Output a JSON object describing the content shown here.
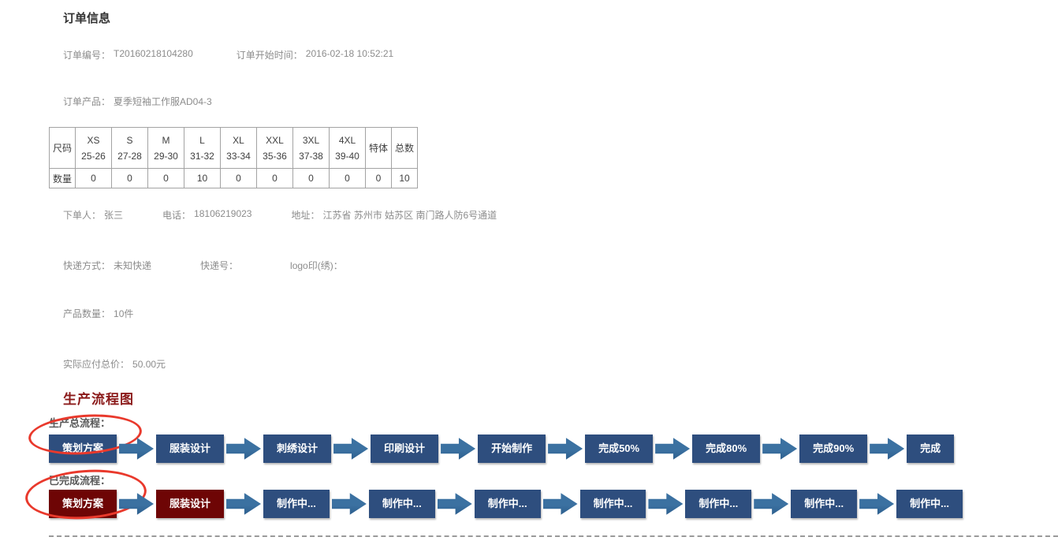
{
  "page": {
    "title": "订单信息"
  },
  "order": {
    "fields": [
      {
        "label": "订单编号：",
        "value": "T20160218104280"
      },
      {
        "label": "订单开始时间：",
        "value": "2016-02-18 10:52:21"
      }
    ],
    "product": {
      "label": "订单产品：",
      "value": "夏季短袖工作服AD04-3"
    },
    "buyer": [
      {
        "label": "下单人：",
        "value": "张三"
      },
      {
        "label": "电话：",
        "value": "18106219023"
      },
      {
        "label": "地址：",
        "value": "江苏省 苏州市 姑苏区 南门路人防6号通道"
      }
    ],
    "shipping": [
      {
        "label": "快递方式：",
        "value": "未知快递"
      },
      {
        "label": "快递号：",
        "value": ""
      },
      {
        "label": "logo印(绣)：",
        "value": ""
      }
    ],
    "quantity": {
      "label": "产品数量：",
      "value": "10件"
    },
    "total_price": {
      "label": "实际应付总价：",
      "value": "50.00元"
    }
  },
  "size_table": {
    "corner": "尺码",
    "columns": [
      {
        "size": "XS",
        "range": "25-26"
      },
      {
        "size": "S",
        "range": "27-28"
      },
      {
        "size": "M",
        "range": "29-30"
      },
      {
        "size": "L",
        "range": "31-32"
      },
      {
        "size": "XL",
        "range": "33-34"
      },
      {
        "size": "XXL",
        "range": "35-36"
      },
      {
        "size": "3XL",
        "range": "37-38"
      },
      {
        "size": "4XL",
        "range": "39-40"
      },
      {
        "size": "特体",
        "range": ""
      },
      {
        "size": "总数",
        "range": ""
      }
    ],
    "row_label": "数量",
    "quantities": [
      "0",
      "0",
      "0",
      "10",
      "0",
      "0",
      "0",
      "0",
      "0",
      "10"
    ]
  },
  "flow": {
    "title": "生产流程图",
    "rows": [
      {
        "label": "生产总流程：",
        "steps": [
          {
            "text": "策划方案",
            "state": "pending"
          },
          {
            "text": "服装设计",
            "state": "pending"
          },
          {
            "text": "刺绣设计",
            "state": "pending"
          },
          {
            "text": "印刷设计",
            "state": "pending"
          },
          {
            "text": "开始制作",
            "state": "pending"
          },
          {
            "text": "完成50%",
            "state": "pending"
          },
          {
            "text": "完成80%",
            "state": "pending"
          },
          {
            "text": "完成90%",
            "state": "pending"
          },
          {
            "text": "完成",
            "state": "pending"
          }
        ]
      },
      {
        "label": "已完成流程：",
        "steps": [
          {
            "text": "策划方案",
            "state": "done"
          },
          {
            "text": "服装设计",
            "state": "done"
          },
          {
            "text": "制作中...",
            "state": "pending"
          },
          {
            "text": "制作中...",
            "state": "pending"
          },
          {
            "text": "制作中...",
            "state": "pending"
          },
          {
            "text": "制作中...",
            "state": "pending"
          },
          {
            "text": "制作中...",
            "state": "pending"
          },
          {
            "text": "制作中...",
            "state": "pending"
          },
          {
            "text": "制作中...",
            "state": "pending"
          }
        ]
      }
    ]
  },
  "colors": {
    "step_pending": "#2e4e7e",
    "step_done": "#6e0505",
    "arrow": "#3b71a1",
    "heading_red": "#8b1a1a",
    "ellipse": "#e9392c"
  }
}
